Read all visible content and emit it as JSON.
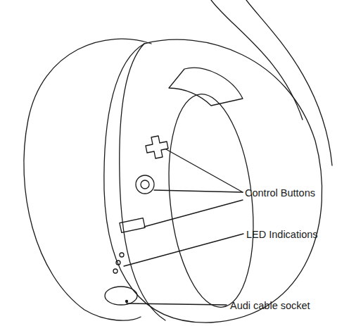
{
  "diagram": {
    "labels": [
      "Control Buttons",
      "LED Indications",
      "Audi cable socket"
    ]
  }
}
